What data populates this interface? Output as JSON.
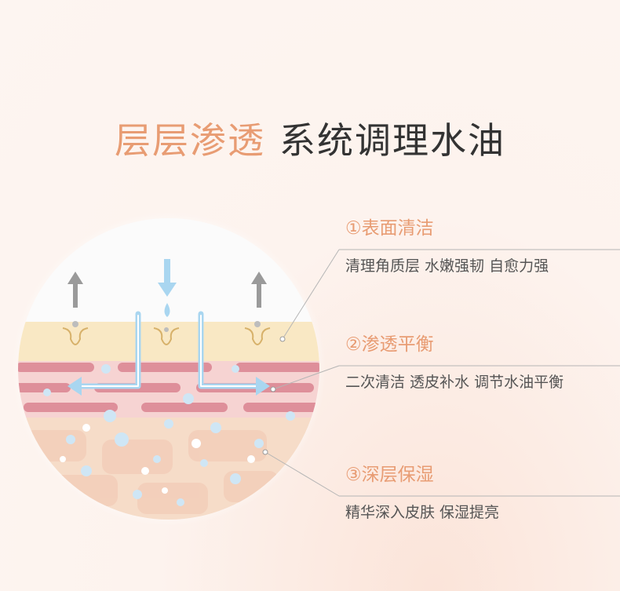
{
  "title": {
    "accent": "层层渗透",
    "main": "系统调理水油"
  },
  "steps": [
    {
      "heading": "①表面清洁",
      "desc": "清理角质层 水嫩强韧 自愈力强"
    },
    {
      "heading": "②渗透平衡",
      "desc": "二次清洁 透皮补水 调节水油平衡"
    },
    {
      "heading": "③深层保湿",
      "desc": "精华深入皮肤 保湿提亮"
    }
  ],
  "colors": {
    "accent": "#e89c73",
    "top_layer": "#f9e8c4",
    "middle_layer": "#f6d3d2",
    "middle_stripes": "#de8f9a",
    "deep_layer": "#f6dcc8",
    "water": "#a9d6f0",
    "up_arrow": "#9a9a9a"
  }
}
